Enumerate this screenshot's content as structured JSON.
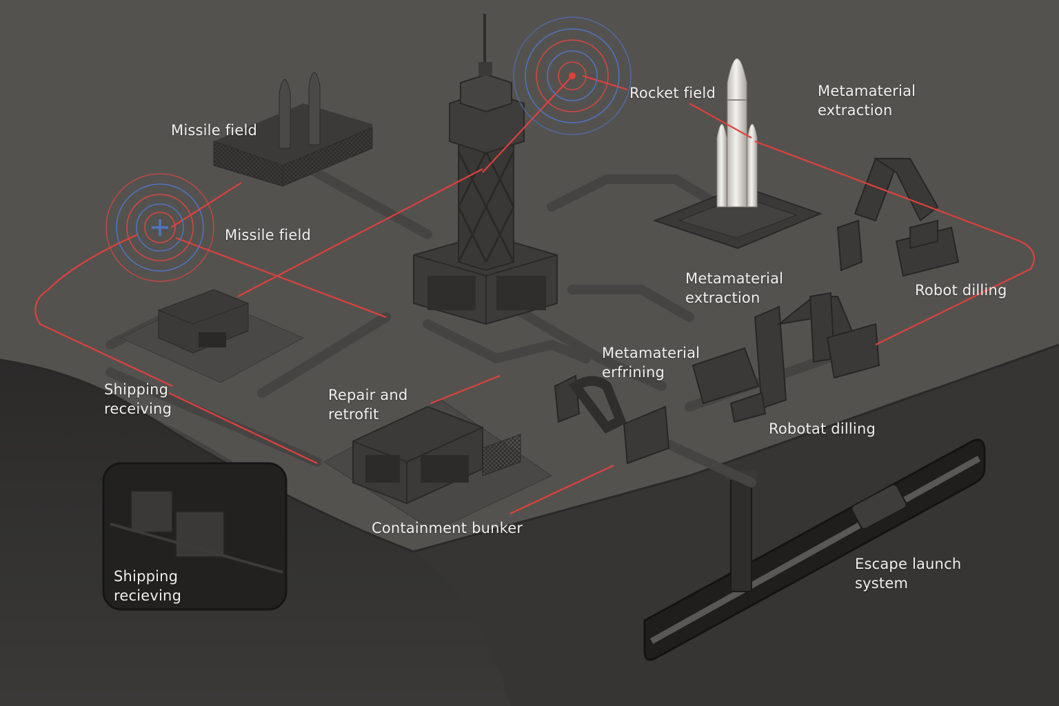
{
  "labels": {
    "missile_field_top": "Missile field",
    "missile_field_mid": "Missile field",
    "rocket_field": "Rocket field",
    "metamaterial_extraction_top": "Metamaterial\nextraction",
    "metamaterial_extraction_mid": "Metamaterial\nextraction",
    "robot_dilling": "Robot dilling",
    "metamaterial_erfrining": "Metamaterial\nerfrining",
    "robotat_dilling": "Robotat dilling",
    "shipping_receiving": "Shipping\nreceiving",
    "repair_and_retrofit": "Repair and\nretrofit",
    "containment_bunker": "Containment bunker",
    "shipping_recieving_underground": "Shipping\nrecieving",
    "escape_launch_system": "Escape launch\nsystem"
  },
  "colors": {
    "ground": "#54524f",
    "background": "#4a4846",
    "cliff": "#2f2e2d",
    "route_line": "#e0413b",
    "ring_red": "#d8463f",
    "ring_blue": "#4f74c4",
    "building": "#3a3938",
    "rocket": "#e8e6e2"
  },
  "icons": {
    "radar_top": "radar-target-icon",
    "radar_left": "radar-crosshair-icon"
  }
}
